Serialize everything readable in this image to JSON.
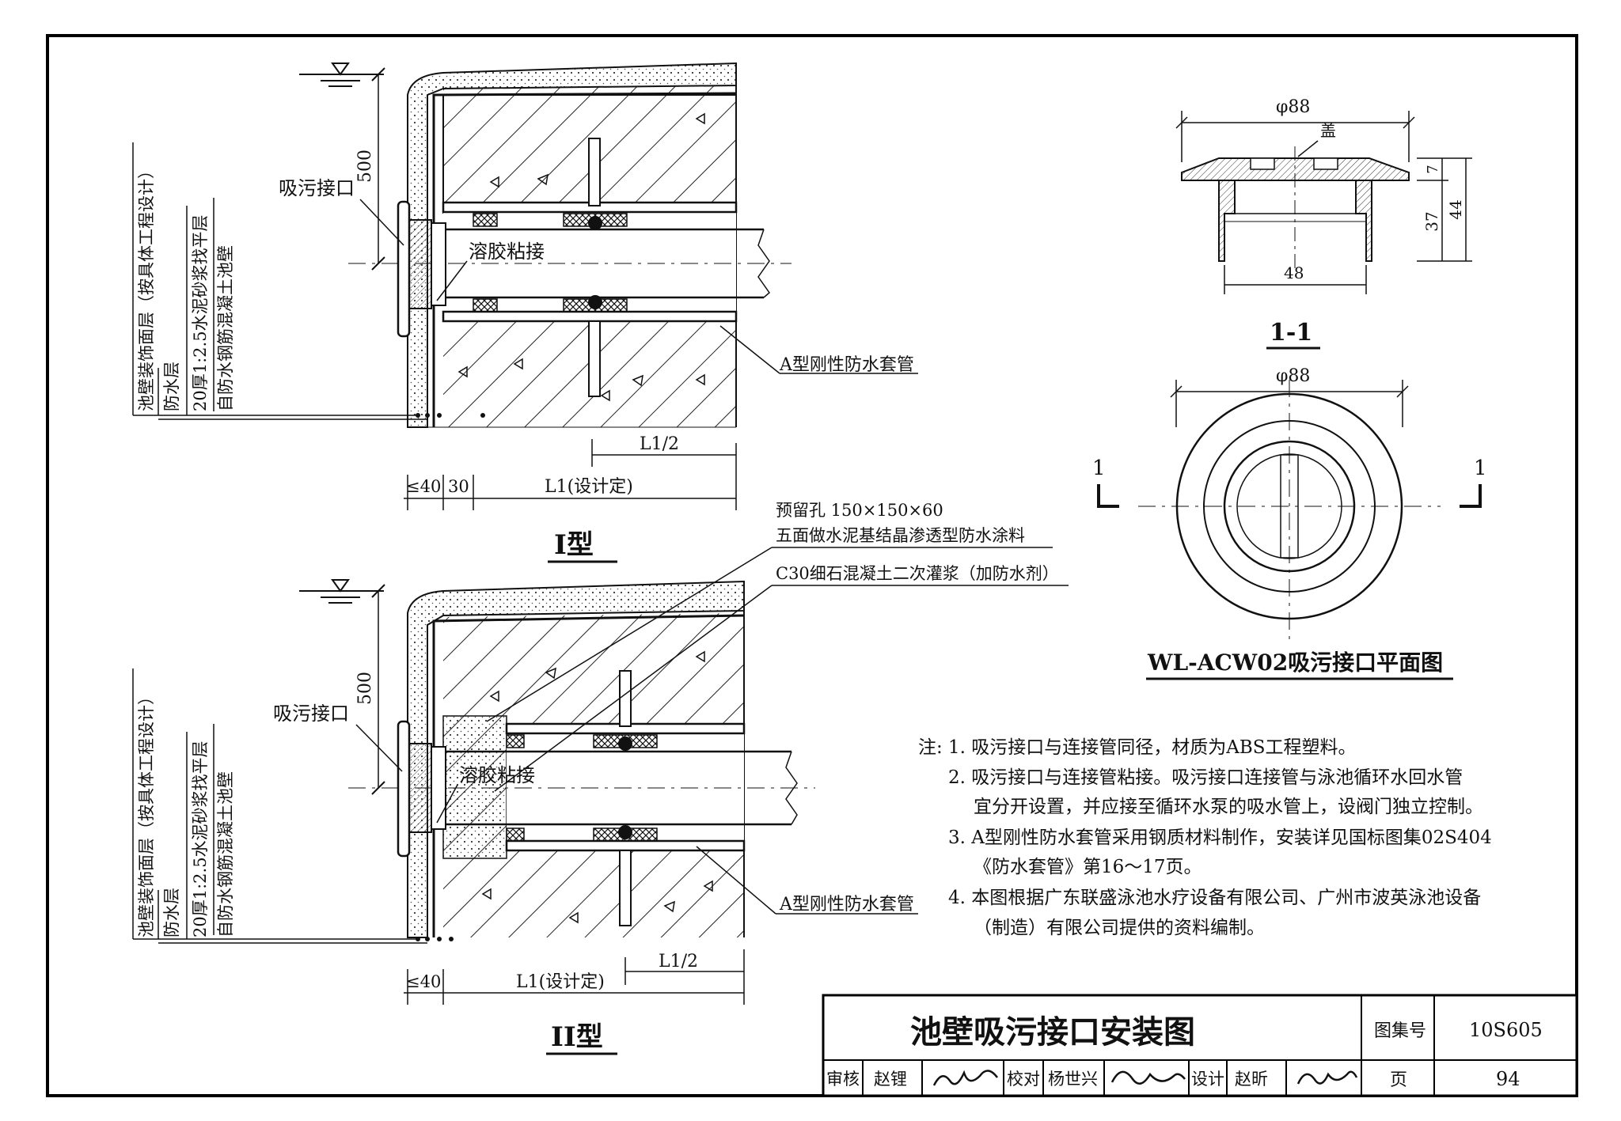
{
  "drawing": {
    "title": "池壁吸污接口安装图",
    "atlas_label": "图集号",
    "atlas_no": "10S605",
    "page_label": "页",
    "page_no": "94",
    "review_label": "审核",
    "reviewer": "赵锂",
    "check_label": "校对",
    "checker": "杨世兴",
    "design_label": "设计",
    "designer": "赵昕"
  },
  "type1": {
    "caption": "I型",
    "dim_500": "500",
    "inlet_label": "吸污接口",
    "glue_label": "溶胶粘接",
    "sleeve_label": "A型刚性防水套管",
    "dim_40": "≤40",
    "dim_30": "30",
    "dim_l1": "L1(设计定)",
    "dim_l1_half": "L1/2",
    "layers": [
      "池壁装饰面层（按具体工程设计）",
      "防水层",
      "20厚1:2.5水泥砂浆找平层",
      "自防水钢筋混凝土池壁"
    ]
  },
  "type2": {
    "caption": "II型",
    "dim_500": "500",
    "inlet_label": "吸污接口",
    "glue_label": "溶胶粘接",
    "sleeve_label": "A型刚性防水套管",
    "dim_40": "≤40",
    "dim_l1": "L1(设计定)",
    "dim_l1_half": "L1/2",
    "reserved_hole": "预留孔  150×150×60",
    "coating": "五面做水泥基结晶渗透型防水涂料",
    "grout": "C30细石混凝土二次灌浆（加防水剂）",
    "layers": [
      "池壁装饰面层（按具体工程设计）",
      "防水层",
      "20厚1:2.5水泥砂浆找平层",
      "自防水钢筋混凝土池壁"
    ]
  },
  "detail": {
    "section_title": "1-1",
    "phi_top": "φ88",
    "cover_label": "盖",
    "dim_7": "7",
    "dim_37": "37",
    "dim_44": "44",
    "dim_48": "48",
    "phi_plan": "φ88",
    "cut_left": "1",
    "cut_right": "1",
    "plan_title": "WL-ACW02吸污接口平面图"
  },
  "notes": {
    "label": "注:",
    "items": [
      "1. 吸污接口与连接管同径，材质为ABS工程塑料。",
      "2. 吸污接口与连接管粘接。吸污接口连接管与泳池循环水回水管",
      "宜分开设置，并应接至循环水泵的吸水管上，设阀门独立控制。",
      "3. A型刚性防水套管采用钢质材料制作，安装详见国标图集02S404",
      "《防水套管》第16～17页。",
      "4. 本图根据广东联盛泳池水疗设备有限公司、广州市波英泳池设备",
      "（制造）有限公司提供的资料编制。"
    ]
  }
}
